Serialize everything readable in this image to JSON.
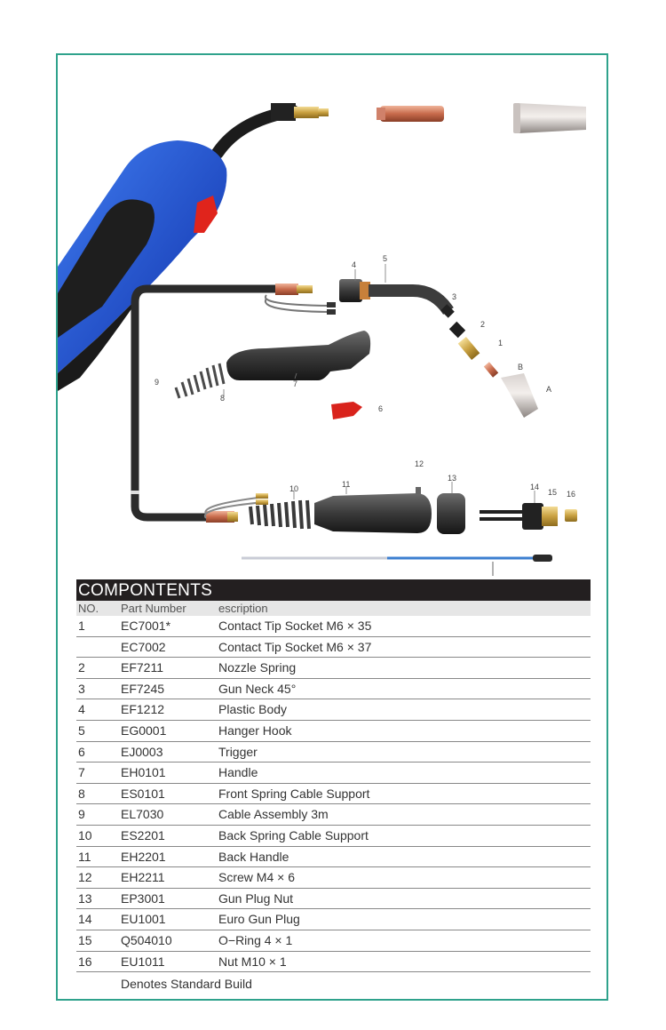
{
  "callouts": [
    "1",
    "2",
    "3",
    "4",
    "5",
    "6",
    "7",
    "8",
    "9",
    "10",
    "11",
    "12",
    "13",
    "14",
    "15",
    "16",
    "A",
    "B"
  ],
  "table": {
    "title": "COMPONTENTS",
    "headers": {
      "no": "NO.",
      "part": "Part Number",
      "desc": "escription"
    },
    "rows": [
      {
        "no": "1",
        "part": "EC7001*",
        "desc": "Contact Tip Socket M6 × 35"
      },
      {
        "no": "",
        "part": "EC7002",
        "desc": "Contact Tip Socket M6 × 37"
      },
      {
        "no": "2",
        "part": "EF7211",
        "desc": "Nozzle Spring"
      },
      {
        "no": "3",
        "part": "EF7245",
        "desc": "Gun Neck 45°"
      },
      {
        "no": "4",
        "part": "EF1212",
        "desc": "Plastic Body"
      },
      {
        "no": "5",
        "part": "EG0001",
        "desc": "Hanger Hook"
      },
      {
        "no": "6",
        "part": "EJ0003",
        "desc": "Trigger"
      },
      {
        "no": "7",
        "part": "EH0101",
        "desc": "Handle"
      },
      {
        "no": "8",
        "part": "ES0101",
        "desc": "Front Spring Cable Support"
      },
      {
        "no": "9",
        "part": "EL7030",
        "desc": "Cable Assembly 3m"
      },
      {
        "no": "10",
        "part": "ES2201",
        "desc": "Back Spring Cable Support"
      },
      {
        "no": "11",
        "part": "EH2201",
        "desc": "Back Handle"
      },
      {
        "no": "12",
        "part": "EH2211",
        "desc": "Screw M4 × 6"
      },
      {
        "no": "13",
        "part": "EP3001",
        "desc": "Gun Plug Nut"
      },
      {
        "no": "14",
        "part": "EU1001",
        "desc": "Euro Gun Plug"
      },
      {
        "no": "15",
        "part": "Q504010",
        "desc": "O−Ring 4 × 1"
      },
      {
        "no": "16",
        "part": "EU1011",
        "desc": "Nut M10 × 1"
      }
    ],
    "note": "Denotes Standard Build"
  }
}
